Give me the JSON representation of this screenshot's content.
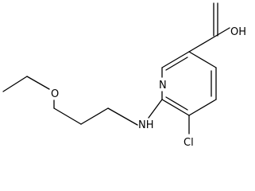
{
  "molecule": {
    "labels": {
      "acid": "OH",
      "ring_nitrogen": "N",
      "chlorine": "Cl",
      "amine": "NH",
      "ether_oxygen": "O"
    }
  }
}
